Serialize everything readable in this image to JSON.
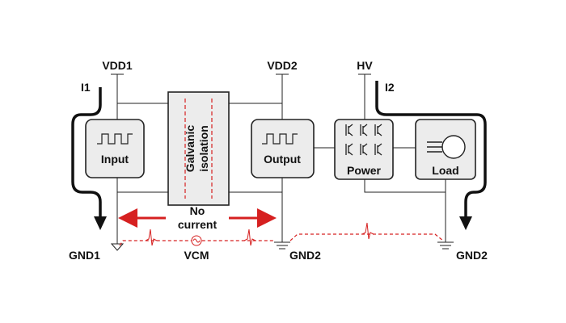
{
  "labels": {
    "vdd1": "VDD1",
    "vdd2": "VDD2",
    "hv": "HV",
    "i1": "I1",
    "i2": "I2",
    "gnd1": "GND1",
    "gnd2_mid": "GND2",
    "gnd2_right": "GND2",
    "vcm": "VCM",
    "no_current_1": "No",
    "no_current_2": "current"
  },
  "blocks": {
    "input": "Input",
    "galvanic_1": "Galvanic",
    "galvanic_2": "isolation",
    "output": "Output",
    "power": "Power",
    "load": "Load"
  },
  "colors": {
    "wire": "#222222",
    "block_fill": "#ececec",
    "accent_red": "#d62020"
  }
}
